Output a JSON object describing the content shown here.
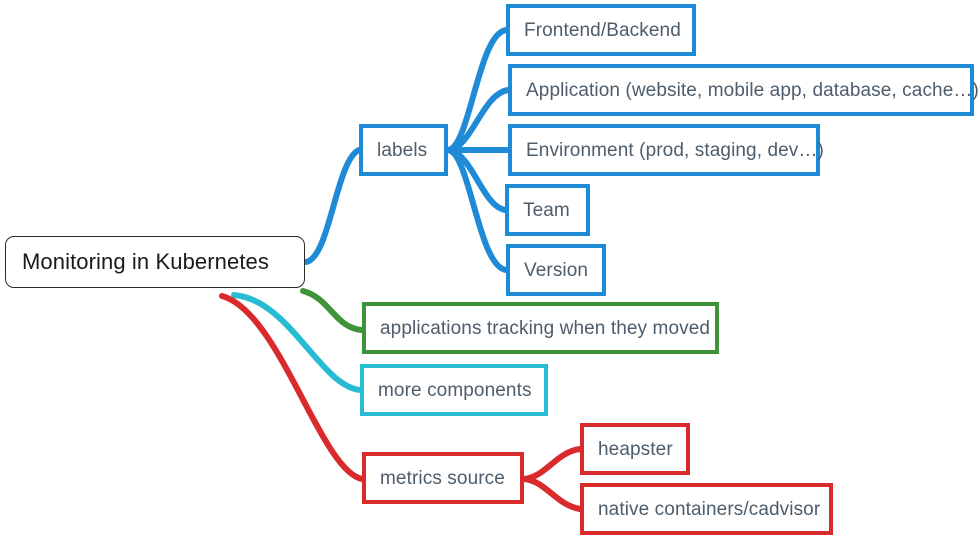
{
  "diagram": {
    "type": "mind-map",
    "title": "Monitoring in Kubernetes",
    "colors": {
      "blue": "#1f8bd6",
      "green": "#3e9438",
      "cyan": "#27bcd4",
      "red": "#d92a2c",
      "root_border": "#2b2b2b",
      "text": "#4d5d6b",
      "root_text": "#1a1a1a",
      "background": "#ffffff"
    },
    "root": {
      "label": "Monitoring in Kubernetes"
    },
    "branches": [
      {
        "id": "labels",
        "label": "labels",
        "color": "blue",
        "children": [
          {
            "id": "frontend-backend",
            "label": "Frontend/Backend"
          },
          {
            "id": "application",
            "label": "Application (website, mobile app, database, cache…)"
          },
          {
            "id": "environment",
            "label": "Environment (prod, staging, dev…)"
          },
          {
            "id": "team",
            "label": "Team"
          },
          {
            "id": "version",
            "label": "Version"
          }
        ]
      },
      {
        "id": "applications-tracking",
        "label": "applications tracking when they moved",
        "color": "green",
        "children": []
      },
      {
        "id": "more-components",
        "label": "more components",
        "color": "cyan",
        "children": []
      },
      {
        "id": "metrics-source",
        "label": "metrics source",
        "color": "red",
        "children": [
          {
            "id": "heapster",
            "label": "heapster"
          },
          {
            "id": "native-containers-cadvisor",
            "label": "native containers/cadvisor"
          }
        ]
      }
    ]
  }
}
